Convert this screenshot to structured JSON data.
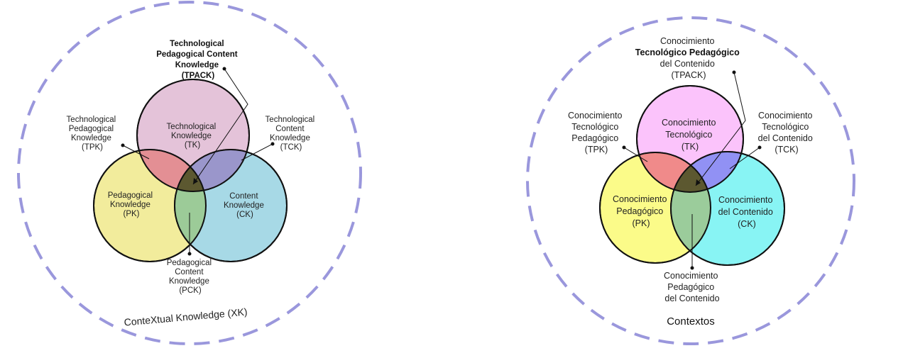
{
  "english": {
    "context_label": "ConteXtual Knowledge (XK)",
    "tk": [
      "Technological",
      "Knowledge",
      "(TK)"
    ],
    "pk": [
      "Pedagogical",
      "Knowledge",
      "(PK)"
    ],
    "ck": [
      "Content",
      "Knowledge",
      "(CK)"
    ],
    "tpack": [
      "Technological",
      "Pedagogical Content",
      "Knowledge",
      "(TPACK)"
    ],
    "tpk": [
      "Technological",
      "Pedagogical",
      "Knowledge",
      "(TPK)"
    ],
    "tck": [
      "Technological",
      "Content",
      "Knowledge",
      "(TCK)"
    ],
    "pck": [
      "Pedagogical",
      "Content",
      "Knowledge",
      "(PCK)"
    ],
    "colors": {
      "tk": "#e4c3d9",
      "pk": "#f2ec9c",
      "ck": "#a7d9e6",
      "tpk": "#e38f94",
      "tck": "#9a96cb",
      "pck": "#9ccb98",
      "tpack": "#5c5830",
      "context": "#9a97dc"
    }
  },
  "spanish": {
    "context_label": "Contextos",
    "tk": [
      "Conocimiento",
      "Tecnológico",
      "(TK)"
    ],
    "pk": [
      "Conocimiento",
      "Pedagógico",
      "(PK)"
    ],
    "ck": [
      "Conocimiento",
      "del Contenido",
      "(CK)"
    ],
    "tpack": [
      "Conocimiento",
      "Tecnológico Pedagógico",
      "del Contenido",
      "(TPACK)"
    ],
    "tpk": [
      "Conocimiento",
      "Tecnológico",
      "Pedagógico",
      "(TPK)"
    ],
    "tck": [
      "Conocimiento",
      "Tecnológico",
      "del Contenido",
      "(TCK)"
    ],
    "pck": [
      "Conocimiento",
      "Pedagógico",
      "del Contenido"
    ],
    "colors": {
      "tk": "#fbc3fb",
      "pk": "#fbfb89",
      "ck": "#88f4f4",
      "tpk": "#f08a8a",
      "tck": "#9191f4",
      "pck": "#9bcc9b",
      "tpack": "#5c5830",
      "context": "#9a97dc"
    }
  }
}
